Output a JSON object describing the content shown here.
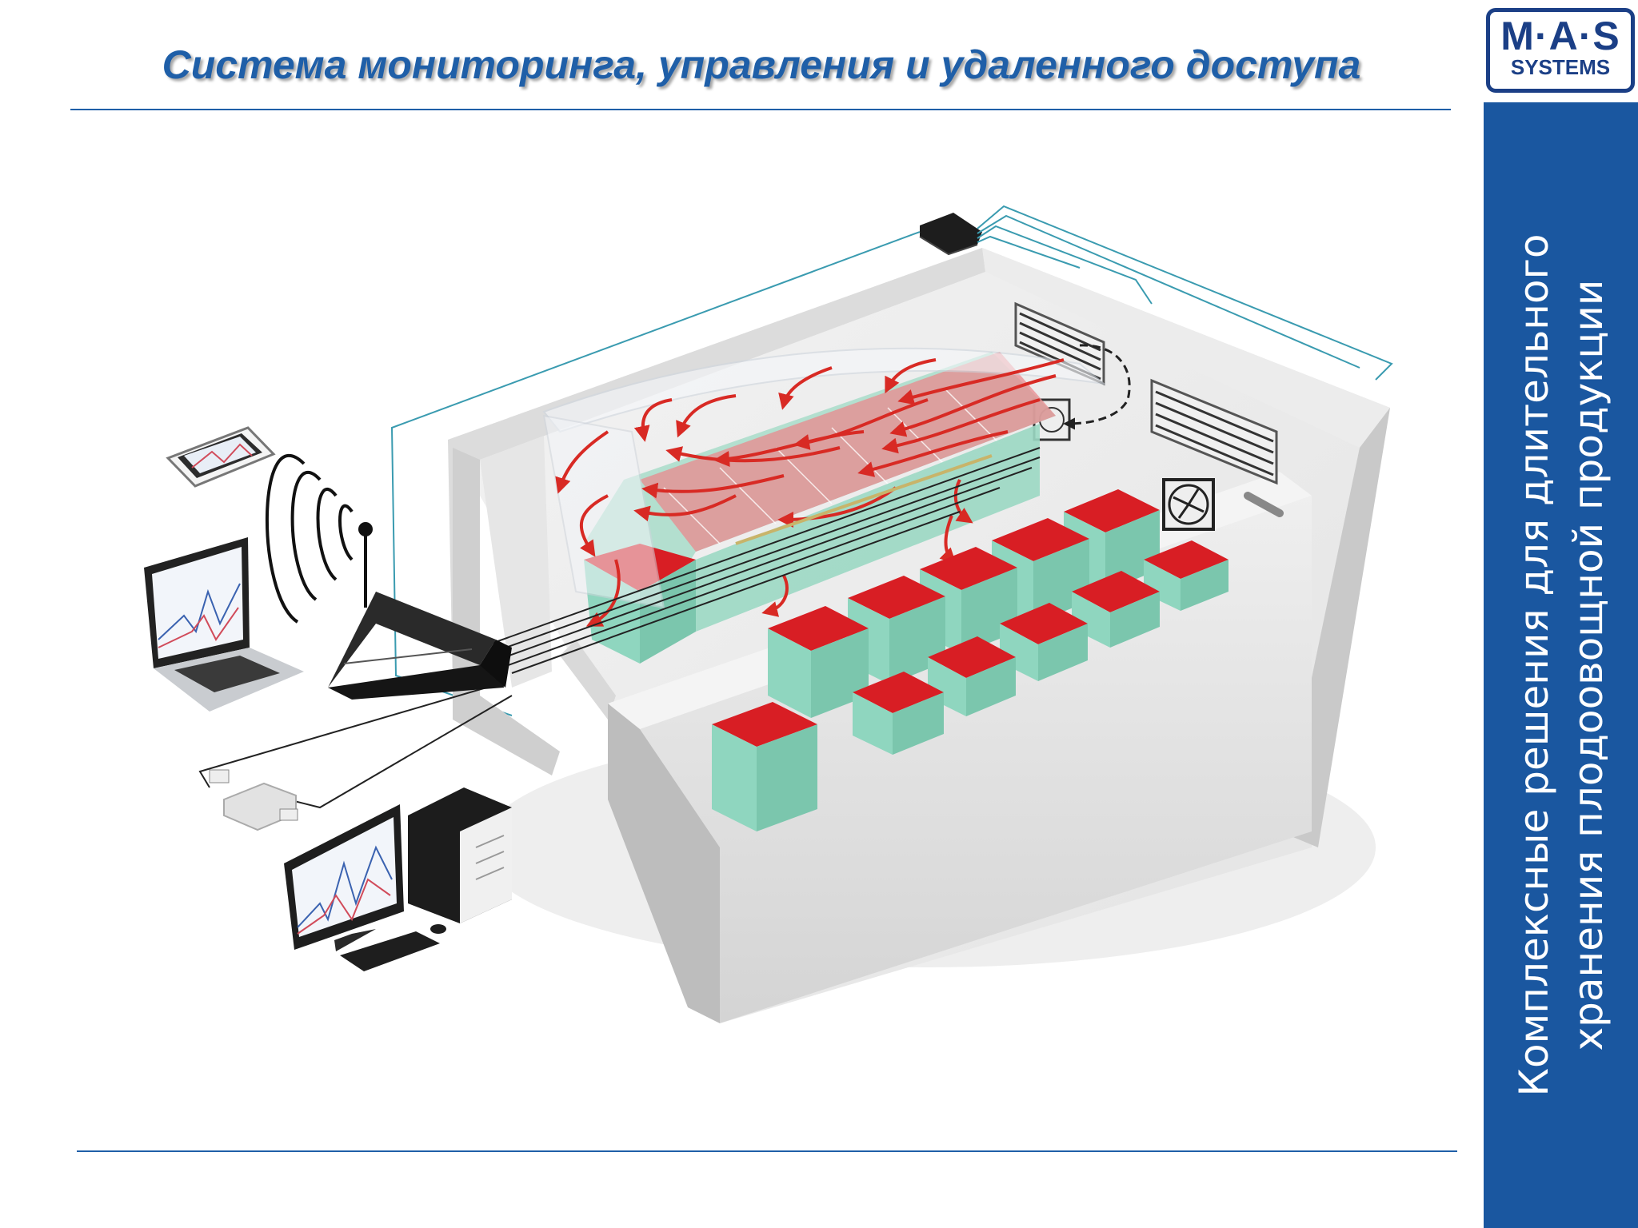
{
  "header": {
    "title": "Система мониторинга, управления и удаленного доступа"
  },
  "logo": {
    "main": "M·A·S",
    "sub": "SYSTEMS"
  },
  "sidebar": {
    "line1": "Комплексные решения для  длительного",
    "line2": "хранения плодоовощной продукции"
  },
  "colors": {
    "brand_blue": "#1a57a0",
    "title_blue": "#1f5fa8",
    "crate_red": "#d81e24",
    "crate_green": "#8fd6bf",
    "airflow_red": "#d82a24",
    "cable_blue": "#3a9bb0"
  }
}
